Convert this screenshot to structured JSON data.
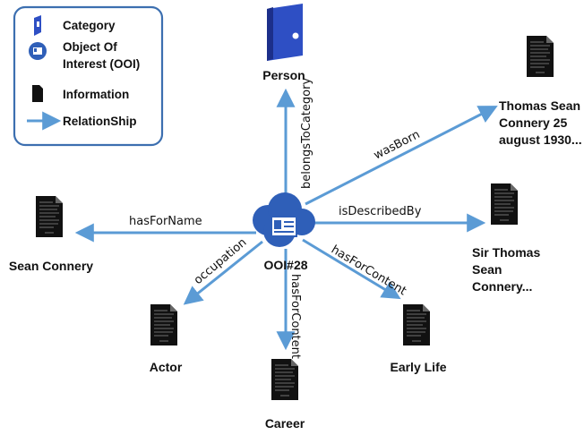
{
  "legend": {
    "category": "Category",
    "ooi_line1": "Object Of",
    "ooi_line2": "Interest (OOI)",
    "information": "Information",
    "relationship": "RelationShip"
  },
  "center": {
    "label": "OOI#28"
  },
  "nodes": {
    "person": "Person",
    "thomas": [
      "Thomas Sean",
      "Connery 25",
      "august 1930..."
    ],
    "sir_thomas": [
      "Sir Thomas",
      "Sean",
      "Connery..."
    ],
    "early_life": "Early Life",
    "career": "Career",
    "actor": "Actor",
    "sean": "Sean Connery"
  },
  "edges": {
    "belongs": "belongsToCategory",
    "was_born": "wasBorn",
    "described": "isDescribedBy",
    "content_right": "hasForContent",
    "content_down": "hasForContent",
    "occupation": "occupation",
    "name": "hasForName"
  },
  "colors": {
    "arrow": "#5b9bd5",
    "legend_border": "#3c6fb0",
    "cloud": "#2f5fb8",
    "binder": "#2e4fc4",
    "document": "#111111"
  }
}
